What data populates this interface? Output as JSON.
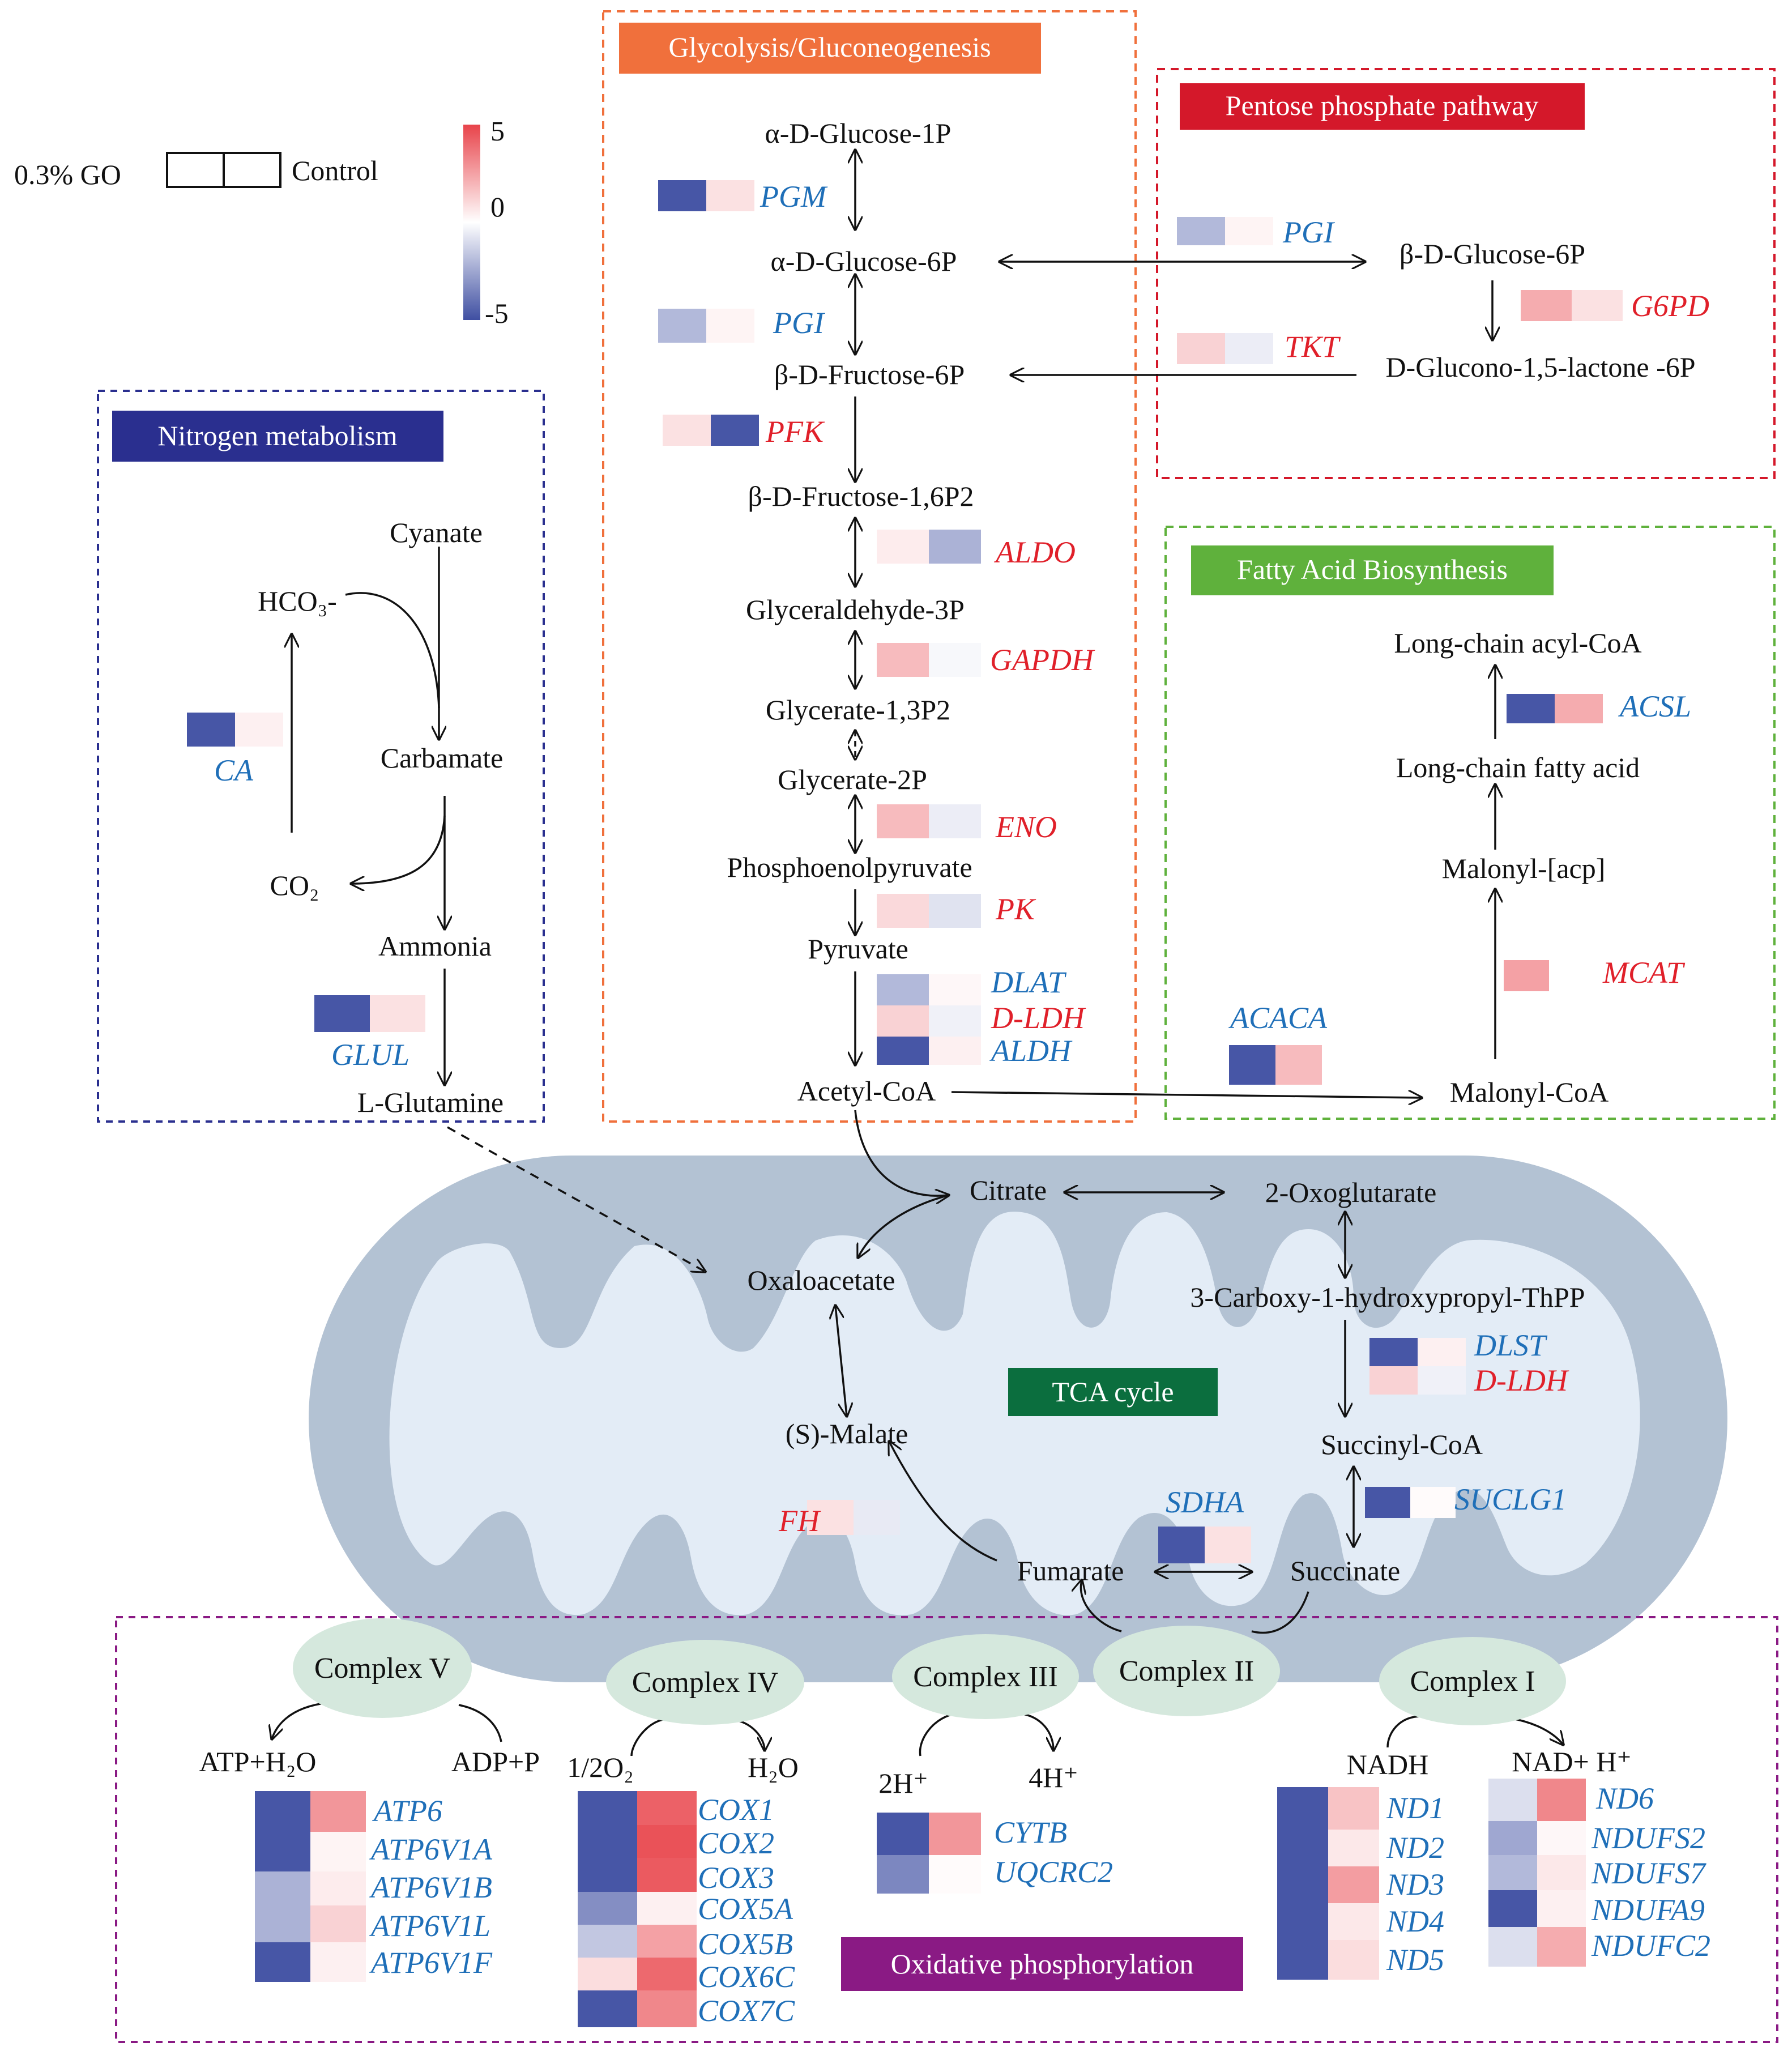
{
  "colors": {
    "up": "#e8434a",
    "down": "#3f4fa2",
    "blue_label": "#1f6fb8",
    "red_label": "#e0202a",
    "glycolysis": "#f0703c",
    "pentose": "#d4182a",
    "fatty_acid": "#5fb13c",
    "nitrogen": "#2a2f8f",
    "tca": "#0b6e3e",
    "oxphos": "#8a1a84",
    "mito": "#b3c2d3",
    "mito_inner": "#e3ecf6",
    "complex": "#d5e8dd"
  },
  "legend": {
    "left_label": "0.3% GO",
    "right_label": "Control",
    "scale_max": "5",
    "scale_mid": "0",
    "scale_min": "-5"
  },
  "sections": {
    "glycolysis": "Glycolysis/Gluconeogenesis",
    "pentose": "Pentose phosphate pathway",
    "nitrogen": "Nitrogen metabolism",
    "fatty_acid": "Fatty Acid Biosynthesis",
    "tca": "TCA  cycle",
    "oxphos": "Oxidative phosphorylation"
  },
  "metabolites": {
    "glucose1p": "α-D-Glucose-1P",
    "glucose6p": "α-D-Glucose-6P",
    "fructose6p": "β-D-Fructose-6P",
    "fructose16p2": "β-D-Fructose-1,6P2",
    "glyceraldehyde3p": "Glyceraldehyde-3P",
    "glycerate13p2": "Glycerate-1,3P2",
    "glycerate2p": "Glycerate-2P",
    "pep": "Phosphoenolpyruvate",
    "pyruvate": "Pyruvate",
    "acetylcoa": "Acetyl-CoA",
    "bglucose6p": "β-D-Glucose-6P",
    "glucono": "D-Glucono-1,5-lactone -6P",
    "cyanate": "Cyanate",
    "hco3": "HCO₃-",
    "carbamate": "Carbamate",
    "co2": "CO₂",
    "ammonia": "Ammonia",
    "glutamine": "L-Glutamine",
    "longacylcoa": "Long-chain acyl-CoA",
    "longfattyacid": "Long-chain fatty acid",
    "malonylacp": "Malonyl-[acp]",
    "malonylcoa": "Malonyl-CoA",
    "citrate": "Citrate",
    "oxoglutarate": "2-Oxoglutarate",
    "oxaloacetate": "Oxaloacetate",
    "carboxy": "3-Carboxy-1-hydroxypropyl-ThPP",
    "malate": "(S)-Malate",
    "succinylcoa": "Succinyl-CoA",
    "fumarate": "Fumarate",
    "succinate": "Succinate",
    "atph2o": "ATP+H₂O",
    "adpp": "ADP+P",
    "halfo2": "1/2O₂",
    "h2o": "H₂O",
    "h2": "2H⁺",
    "h4": "4H⁺",
    "nadh": "NADH",
    "nadh_plus": "NAD+ H⁺"
  },
  "complexes": [
    "Complex V",
    "Complex IV",
    "Complex III",
    "Complex II",
    "Complex I"
  ],
  "genes": [
    {
      "id": "pgm",
      "label": "PGM",
      "cls": "down",
      "values": [
        -4.8,
        0.8
      ]
    },
    {
      "id": "pgi",
      "label": "PGI",
      "cls": "down",
      "values": [
        -2.0,
        0.3
      ]
    },
    {
      "id": "pfk",
      "label": "PFK",
      "cls": "up",
      "values": [
        0.8,
        -4.8
      ]
    },
    {
      "id": "aldo",
      "label": "ALDO",
      "cls": "up",
      "values": [
        0.5,
        -2.2
      ]
    },
    {
      "id": "gapdh",
      "label": "GAPDH",
      "cls": "up",
      "values": [
        1.8,
        -0.2
      ]
    },
    {
      "id": "eno",
      "label": "ENO",
      "cls": "up",
      "values": [
        1.8,
        -0.5
      ]
    },
    {
      "id": "pk",
      "label": "PK",
      "cls": "up",
      "values": [
        1.0,
        -0.8
      ]
    },
    {
      "id": "dlat",
      "label": "DLAT",
      "cls": "down",
      "values": [
        -2.0,
        0.2
      ]
    },
    {
      "id": "dldh1",
      "label": "D-LDH",
      "cls": "up",
      "values": [
        1.2,
        -0.4
      ]
    },
    {
      "id": "aldh",
      "label": "ALDH",
      "cls": "down",
      "values": [
        -4.8,
        0.4
      ]
    },
    {
      "id": "pgi2",
      "label": "PGI",
      "cls": "down",
      "values": [
        -2.0,
        0.3
      ]
    },
    {
      "id": "g6pd",
      "label": "G6PD",
      "cls": "up",
      "values": [
        2.2,
        0.8
      ]
    },
    {
      "id": "tkt",
      "label": "TKT",
      "cls": "up",
      "values": [
        1.2,
        -0.5
      ]
    },
    {
      "id": "ca",
      "label": "CA",
      "cls": "down",
      "values": [
        -4.8,
        0.4
      ]
    },
    {
      "id": "glul",
      "label": "GLUL",
      "cls": "down",
      "values": [
        -4.8,
        0.8
      ]
    },
    {
      "id": "acsl",
      "label": "ACSL",
      "cls": "down",
      "values": [
        -4.8,
        2.2
      ]
    },
    {
      "id": "mcat",
      "label": "MCAT",
      "cls": "up",
      "values": [
        2.5
      ]
    },
    {
      "id": "acaca",
      "label": "ACACA",
      "cls": "down",
      "values": [
        -4.8,
        1.8
      ]
    },
    {
      "id": "dlst",
      "label": "DLST",
      "cls": "down",
      "values": [
        -4.8,
        0.4
      ]
    },
    {
      "id": "dldh2",
      "label": "D-LDH",
      "cls": "up",
      "values": [
        1.2,
        -0.4
      ]
    },
    {
      "id": "suclg1",
      "label": "SUCLG1",
      "cls": "down",
      "values": [
        -4.8,
        0.1
      ]
    },
    {
      "id": "sdha",
      "label": "SDHA",
      "cls": "down",
      "values": [
        -4.8,
        0.8
      ]
    },
    {
      "id": "fh",
      "label": "FH",
      "cls": "up",
      "values": [
        0.8,
        -0.6
      ]
    },
    {
      "id": "atp6",
      "label": "ATP6",
      "cls": "down",
      "values": [
        -4.8,
        2.8
      ]
    },
    {
      "id": "atp6v1a",
      "label": "ATP6V1A",
      "cls": "down",
      "values": [
        -4.8,
        0.3
      ]
    },
    {
      "id": "atp6v1b",
      "label": "ATP6V1B",
      "cls": "down",
      "values": [
        -2.2,
        0.5
      ]
    },
    {
      "id": "atp6v1l",
      "label": "ATP6V1L",
      "cls": "down",
      "values": [
        -2.2,
        1.2
      ]
    },
    {
      "id": "atp6v1f",
      "label": "ATP6V1F",
      "cls": "down",
      "values": [
        -4.8,
        0.4
      ]
    },
    {
      "id": "cox1",
      "label": "COX1",
      "cls": "down",
      "values": [
        -4.8,
        4.2
      ]
    },
    {
      "id": "cox2",
      "label": "COX2",
      "cls": "down",
      "values": [
        -4.8,
        4.6
      ]
    },
    {
      "id": "cox3",
      "label": "COX3",
      "cls": "down",
      "values": [
        -4.8,
        4.4
      ]
    },
    {
      "id": "cox5a",
      "label": "COX5A",
      "cls": "down",
      "values": [
        -3.2,
        0.4
      ]
    },
    {
      "id": "cox5b",
      "label": "COX5B",
      "cls": "down",
      "values": [
        -1.6,
        2.5
      ]
    },
    {
      "id": "cox6c",
      "label": "COX6C",
      "cls": "down",
      "values": [
        0.9,
        4.0
      ]
    },
    {
      "id": "cox7c",
      "label": "COX7C",
      "cls": "down",
      "values": [
        -4.8,
        3.2
      ]
    },
    {
      "id": "cytb",
      "label": "CYTB",
      "cls": "down",
      "values": [
        -4.8,
        2.8
      ]
    },
    {
      "id": "uqcrc2",
      "label": "UQCRC2",
      "cls": "down",
      "values": [
        -3.4,
        0.1
      ]
    },
    {
      "id": "nd1",
      "label": "ND1",
      "cls": "down",
      "values": [
        -4.8,
        1.6
      ]
    },
    {
      "id": "nd2",
      "label": "ND2",
      "cls": "down",
      "values": [
        -4.8,
        0.6
      ]
    },
    {
      "id": "nd3",
      "label": "ND3",
      "cls": "down",
      "values": [
        -4.8,
        2.6
      ]
    },
    {
      "id": "nd4",
      "label": "ND4",
      "cls": "down",
      "values": [
        -4.8,
        0.6
      ]
    },
    {
      "id": "nd5",
      "label": "ND5",
      "cls": "down",
      "values": [
        -4.8,
        0.9
      ]
    },
    {
      "id": "nd6",
      "label": "ND6",
      "cls": "down",
      "values": [
        -0.9,
        3.2
      ]
    },
    {
      "id": "ndufs2",
      "label": "NDUFS2",
      "cls": "down",
      "values": [
        -2.5,
        0.2
      ]
    },
    {
      "id": "ndufs7",
      "label": "NDUFS7",
      "cls": "down",
      "values": [
        -2.0,
        0.6
      ]
    },
    {
      "id": "ndufa9",
      "label": "NDUFA9",
      "cls": "down",
      "values": [
        -4.8,
        0.4
      ]
    },
    {
      "id": "ndufc2",
      "label": "NDUFC2",
      "cls": "down",
      "values": [
        -0.9,
        2.2
      ]
    }
  ]
}
